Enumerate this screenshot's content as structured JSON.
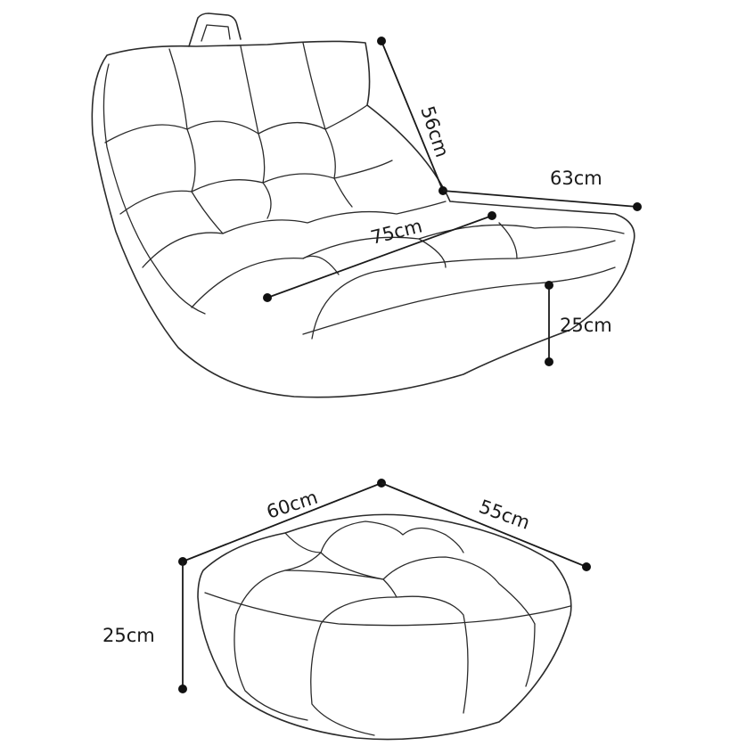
{
  "chair": {
    "dimensions": {
      "back_height": "56cm",
      "width": "63cm",
      "length": "75cm",
      "seat_height": "25cm"
    }
  },
  "ottoman": {
    "dimensions": {
      "width": "60cm",
      "depth": "55cm",
      "height": "25cm"
    }
  }
}
